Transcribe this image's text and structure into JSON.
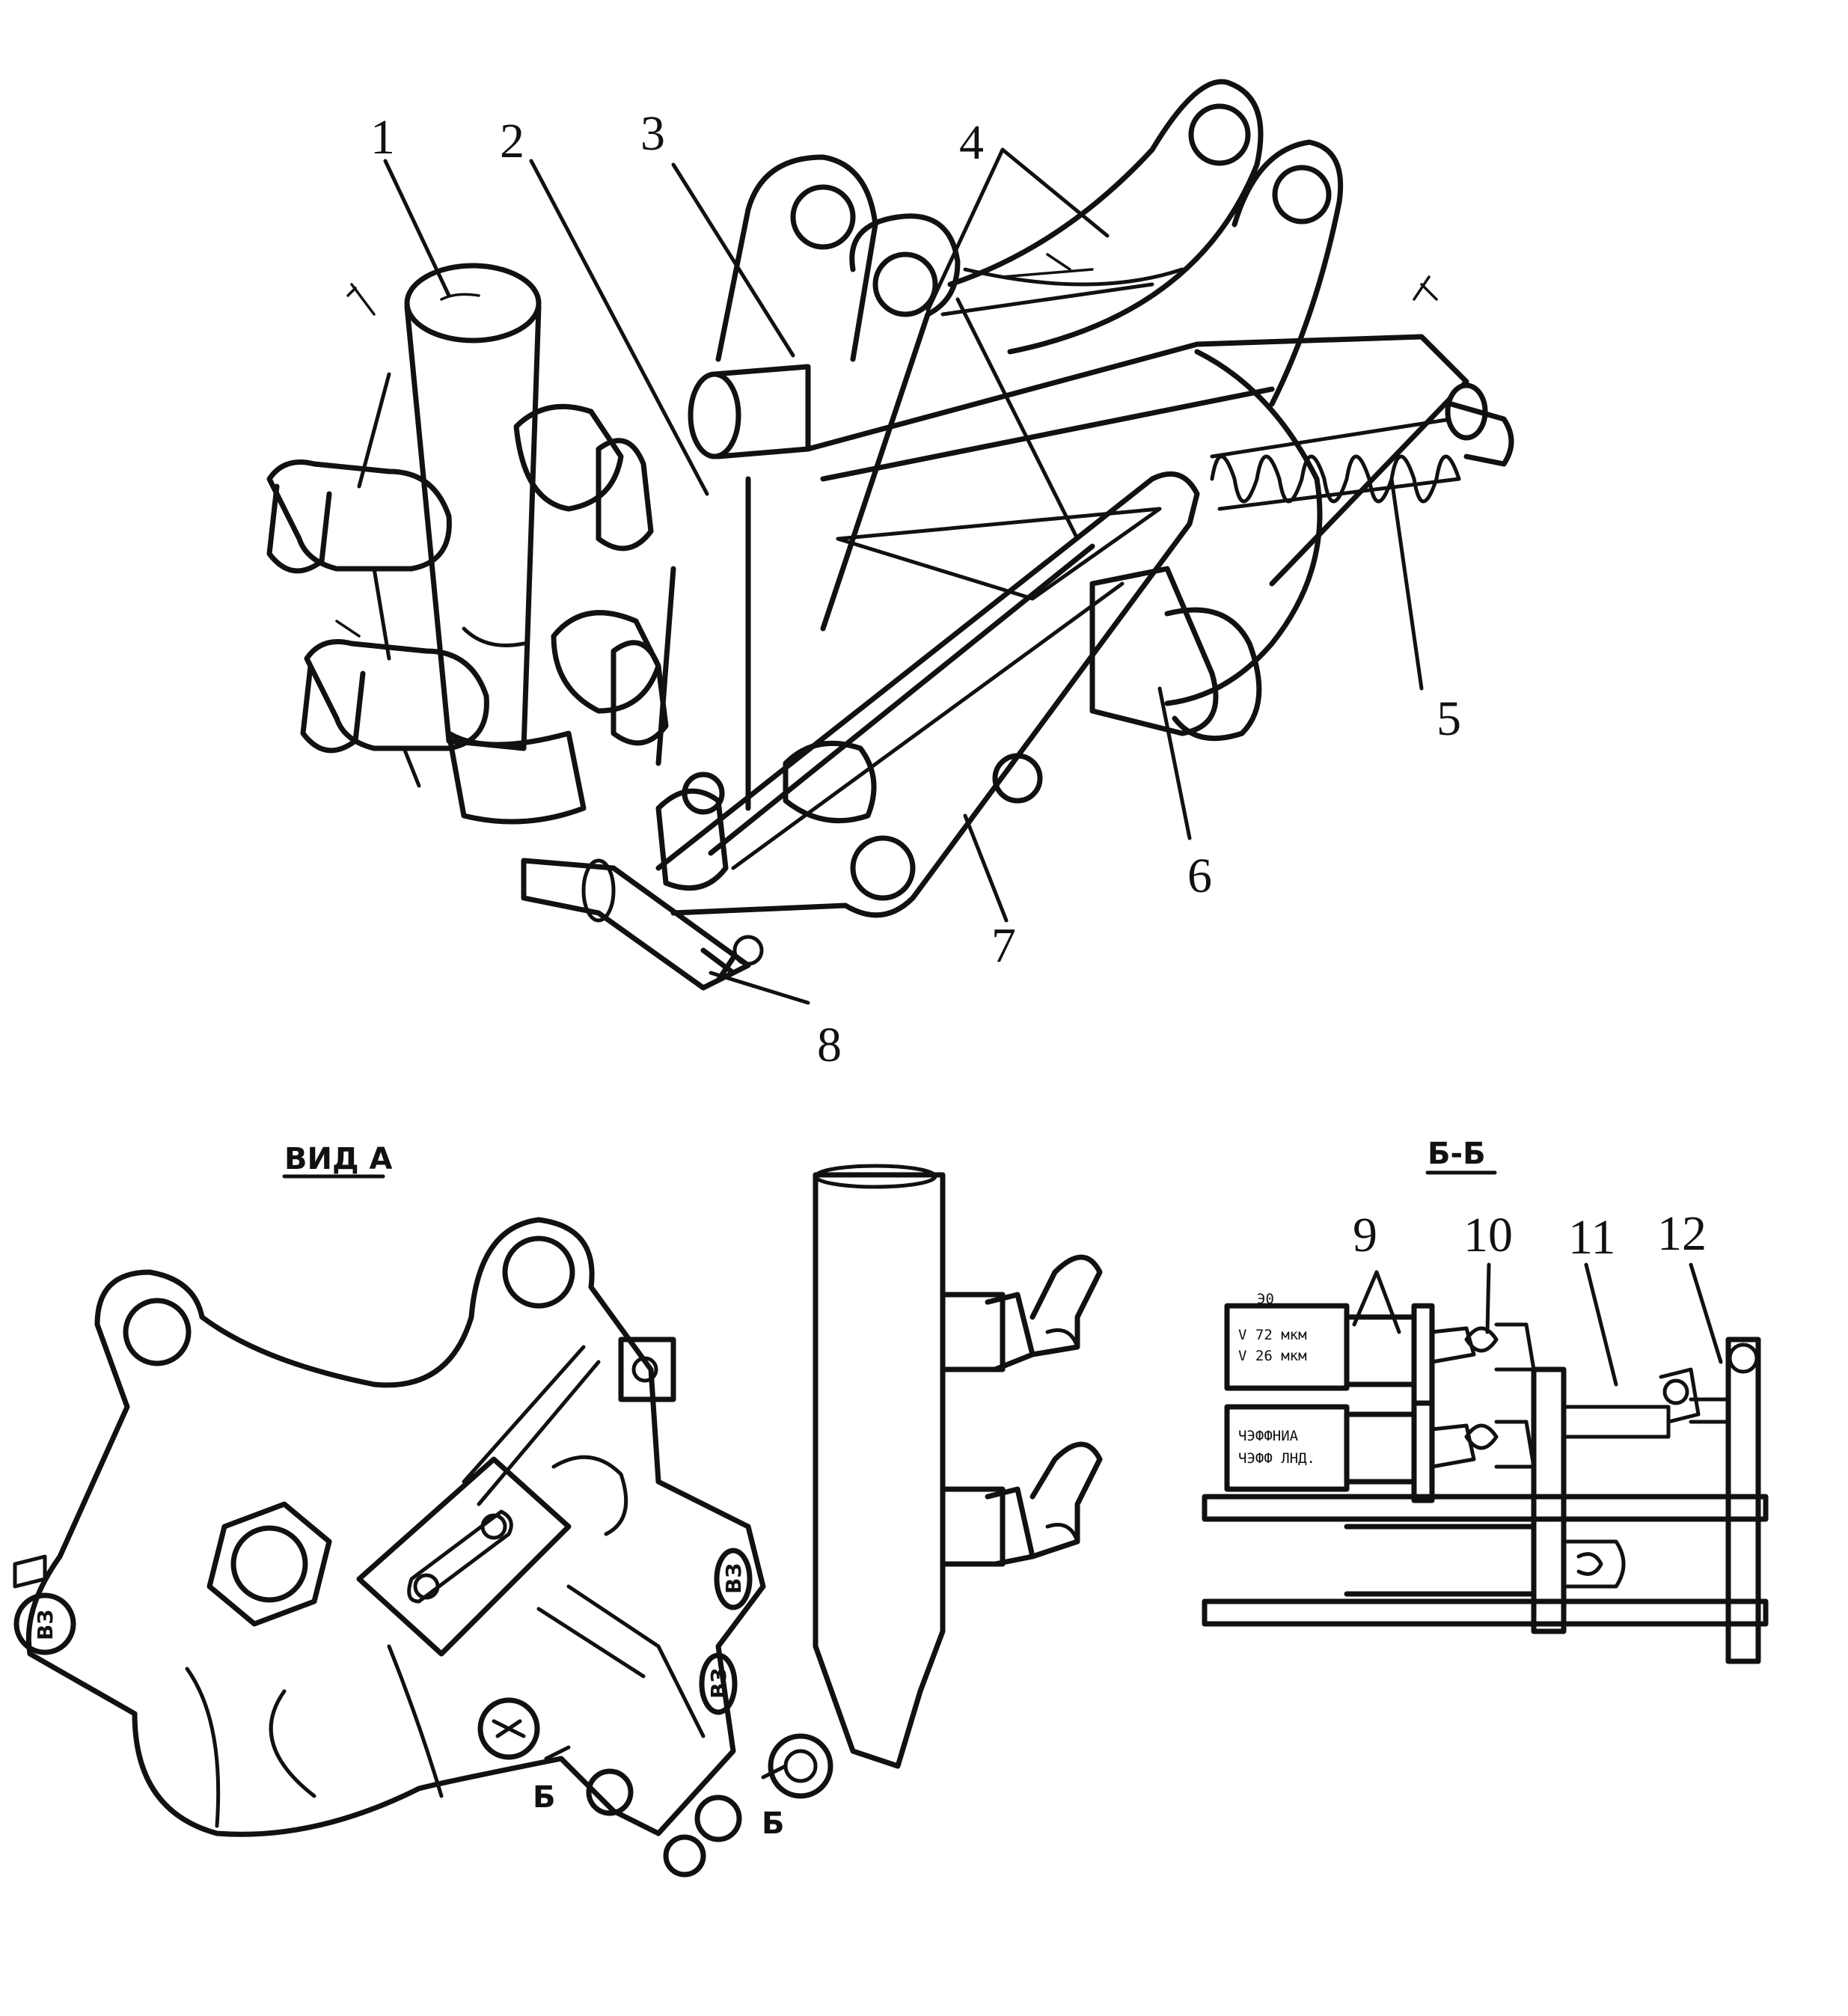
{
  "diagram": {
    "callouts": [
      "1",
      "2",
      "3",
      "4",
      "5",
      "6",
      "7",
      "8",
      "9",
      "10",
      "11",
      "12"
    ],
    "views": {
      "view_a": {
        "title": "ВИД А",
        "section_marks": [
          "Б",
          "Б"
        ],
        "bolt_marks": [
          "ВЗ",
          "ВЗ",
          "ВЗ"
        ]
      },
      "section_b": {
        "title": "Б-Б",
        "plate_upper": [
          "V 72 мкм",
          "V 26 мкм"
        ],
        "plate_lower": [
          "ЧЭФФНИА",
          "ЧЭФФ ЛНД."
        ],
        "plate_tag": "Э0"
      }
    },
    "colors": {
      "ink": "#111111",
      "paper": "#ffffff"
    }
  }
}
